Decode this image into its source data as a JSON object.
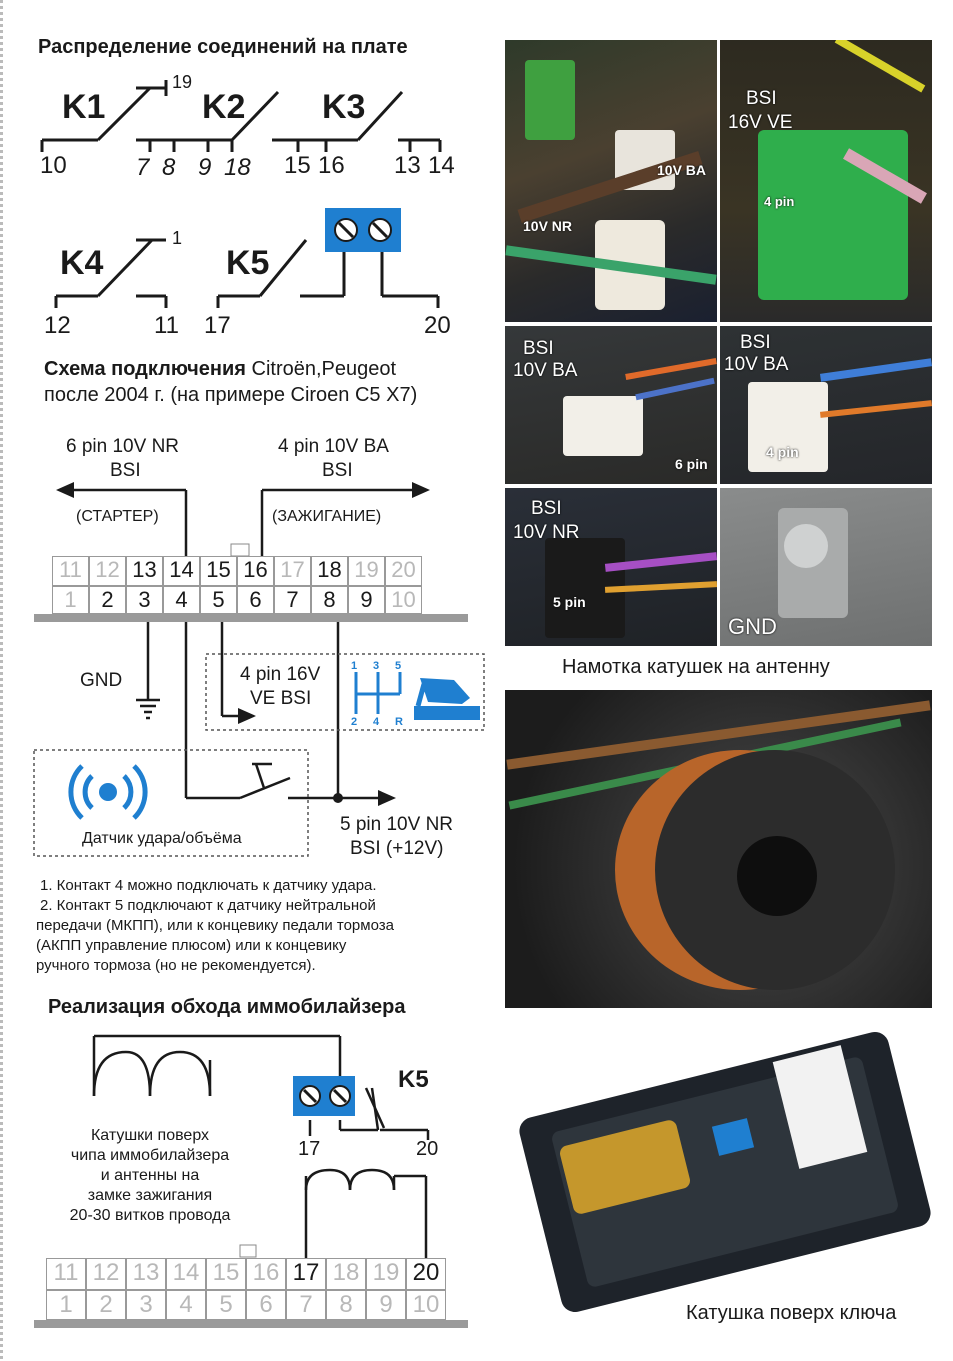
{
  "board": {
    "title": "Распределение соединений на плате",
    "relays": [
      "K1",
      "K2",
      "K3",
      "K4",
      "K5"
    ],
    "pin_labels": {
      "p19": "19",
      "p10": "10",
      "p7": "7",
      "p8": "8",
      "p9": "9",
      "p18": "18",
      "p15": "15",
      "p16": "16",
      "p13": "13",
      "p14": "14",
      "p1": "1",
      "p12": "12",
      "p11": "11",
      "p17": "17",
      "p20": "20"
    }
  },
  "scheme": {
    "title_bold": "Схема подключения",
    "title_rest": " Citroën,Peugeot",
    "subtitle": "после 2004 г. (на примере Ciroen C5 X7)",
    "left_wire": "6 pin 10V NR",
    "left_wire_2": "BSI",
    "right_wire": "4 pin 10V BA",
    "right_wire_2": "BSI",
    "starter": "(СТАРТЕР)",
    "ignition": "(ЗАЖИГАНИЕ)",
    "top_pins": [
      "11",
      "12",
      "13",
      "14",
      "15",
      "16",
      "17",
      "18",
      "19",
      "20"
    ],
    "bottom_pins": [
      "1",
      "2",
      "3",
      "4",
      "5",
      "6",
      "7",
      "8",
      "9",
      "10"
    ],
    "gnd": "GND",
    "ve_line1": "4 pin 16V",
    "ve_line2": "VE BSI",
    "gear_labels": [
      "1",
      "3",
      "5",
      "2",
      "4",
      "R"
    ],
    "sensor_label": "Датчик удара/объёма",
    "nr_line1": "5 pin 10V NR",
    "nr_line2": "BSI (+12V)",
    "notes": [
      "1. Контакт 4 можно подключать к датчику удара.",
      "2. Контакт 5 подключают к датчику нейтральной",
      "передачи (МКПП), или к концевику педали тормоза",
      "(АКПП управление плюсом) или к концевику",
      "ручного тормоза (но не рекомендуется)."
    ]
  },
  "immo": {
    "title": "Реализация обхода иммобилайзера",
    "relay": "K5",
    "p17": "17",
    "p20": "20",
    "coil_text": [
      "Катушки поверх",
      "чипа иммобилайзера",
      "и антенны на",
      "замке зажигания",
      "20-30 витков провода"
    ],
    "top_pins": [
      "11",
      "12",
      "13",
      "14",
      "15",
      "16",
      "17",
      "18",
      "19",
      "20"
    ],
    "bottom_pins": [
      "1",
      "2",
      "3",
      "4",
      "5",
      "6",
      "7",
      "8",
      "9",
      "10"
    ]
  },
  "photos": {
    "p1": {
      "a": "10V BA",
      "b": "10V NR"
    },
    "p2": {
      "a": "BSI",
      "b": "16V VE",
      "c": "4 pin"
    },
    "p3": {
      "a": "BSI",
      "b": "10V BA",
      "c": "6 pin"
    },
    "p4": {
      "a": "BSI",
      "b": "10V BA",
      "c": "4 pin"
    },
    "p5": {
      "a": "BSI",
      "b": "10V NR",
      "c": "5 pin"
    },
    "p6": {
      "a": "GND"
    },
    "caption_coil": "Намотка катушек на антенну",
    "caption_key": "Катушка поверх ключа"
  },
  "colors": {
    "terminal": "#1f7fd0",
    "accent": "#2d8ad8"
  }
}
